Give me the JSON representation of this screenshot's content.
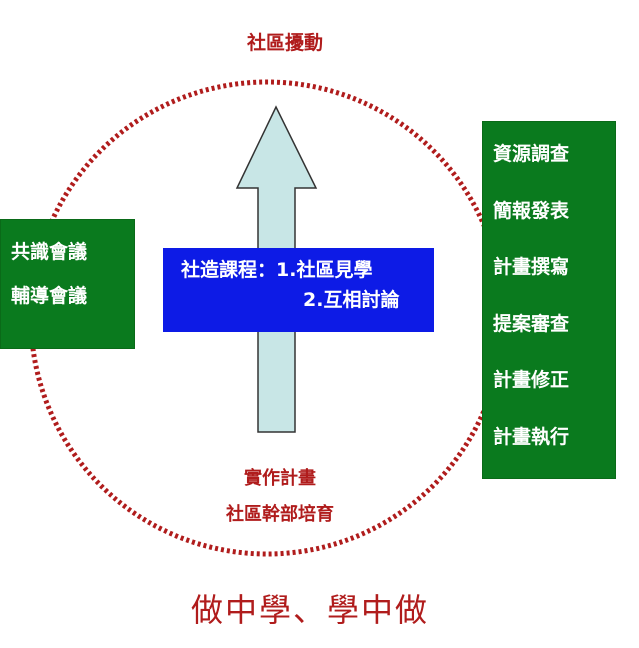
{
  "colors": {
    "dotted_circle": "#b01c1c",
    "arrow_fill": "#c8e6e6",
    "arrow_stroke": "#333333",
    "green_box": "#0a7a1e",
    "blue_box": "#0d1be6",
    "red_text": "#b01c1c",
    "white_text": "#ffffff"
  },
  "top_label": "社區擾動",
  "bottom_labels": [
    "實作計畫",
    "社區幹部培育"
  ],
  "motto": "做中學、學中做",
  "left_box": {
    "items": [
      "共識會議",
      "輔導會議"
    ]
  },
  "right_box": {
    "items": [
      "資源調查",
      "簡報發表",
      "計畫撰寫",
      "提案審查",
      "計畫修正",
      "計畫執行"
    ]
  },
  "center_box": {
    "line1": "社造課程：1.社區見學",
    "line2": "2.互相討論"
  },
  "arrow": {
    "direction": "up",
    "icon": "up-arrow-icon"
  }
}
